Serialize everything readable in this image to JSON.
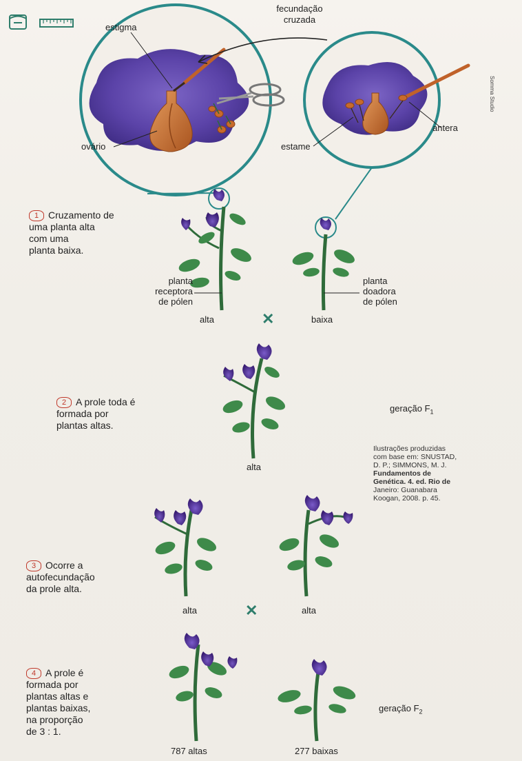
{
  "header_icons": [
    "bucket-icon",
    "ruler-icon"
  ],
  "top_labels": {
    "estigma": "estigma",
    "fecundacao_line1": "fecundação",
    "fecundacao_line2": "cruzada",
    "ovario": "ovário",
    "estame": "estame",
    "antera": "antera",
    "studio": "Somma Studio"
  },
  "steps": [
    {
      "num": "1",
      "text": [
        "Cruzamento de",
        "uma planta alta",
        "com uma",
        "planta baixa."
      ]
    },
    {
      "num": "2",
      "text": [
        "A prole toda é",
        "formada por",
        "plantas altas."
      ]
    },
    {
      "num": "3",
      "text": [
        "Ocorre a",
        "autofecundação",
        "da prole alta."
      ]
    },
    {
      "num": "4",
      "text": [
        "A prole é",
        "formada por",
        "plantas altas e",
        "plantas baixas,",
        "na proporção",
        "de 3 : 1."
      ]
    }
  ],
  "cross1": {
    "left_desc": [
      "planta",
      "receptora",
      "de pólen"
    ],
    "right_desc": [
      "planta",
      "doadora",
      "de pólen"
    ],
    "left": "alta",
    "right": "baixa",
    "symbol": "✕"
  },
  "f1": {
    "label": "alta",
    "generation": "geração F",
    "subscript": "1"
  },
  "cross2": {
    "left": "alta",
    "right": "alta",
    "symbol": "✕"
  },
  "f2": {
    "left": "787 altas",
    "right": "277 baixas",
    "generation": "geração F",
    "subscript": "2"
  },
  "credit": {
    "line1": "Ilustrações produzidas",
    "line2": "com base em: SNUSTAD,",
    "line3": "D. P.; SIMMONS, M. J.",
    "line4": "Fundamentos de",
    "line5": "Genética. 4. ed. Rio de",
    "line6": "Janeiro: Guanabara",
    "line7": "Koogan, 2008. p. 45."
  },
  "colors": {
    "circle": "#2a8a8a",
    "petal": "#5a3a9c",
    "stem": "#2f6b3a",
    "leaf": "#3e8a4a",
    "flower_bg": "#5b4aa8",
    "ovary": "#c9733c",
    "step_number": "#c0392b",
    "cross": "#2e7d6b"
  }
}
